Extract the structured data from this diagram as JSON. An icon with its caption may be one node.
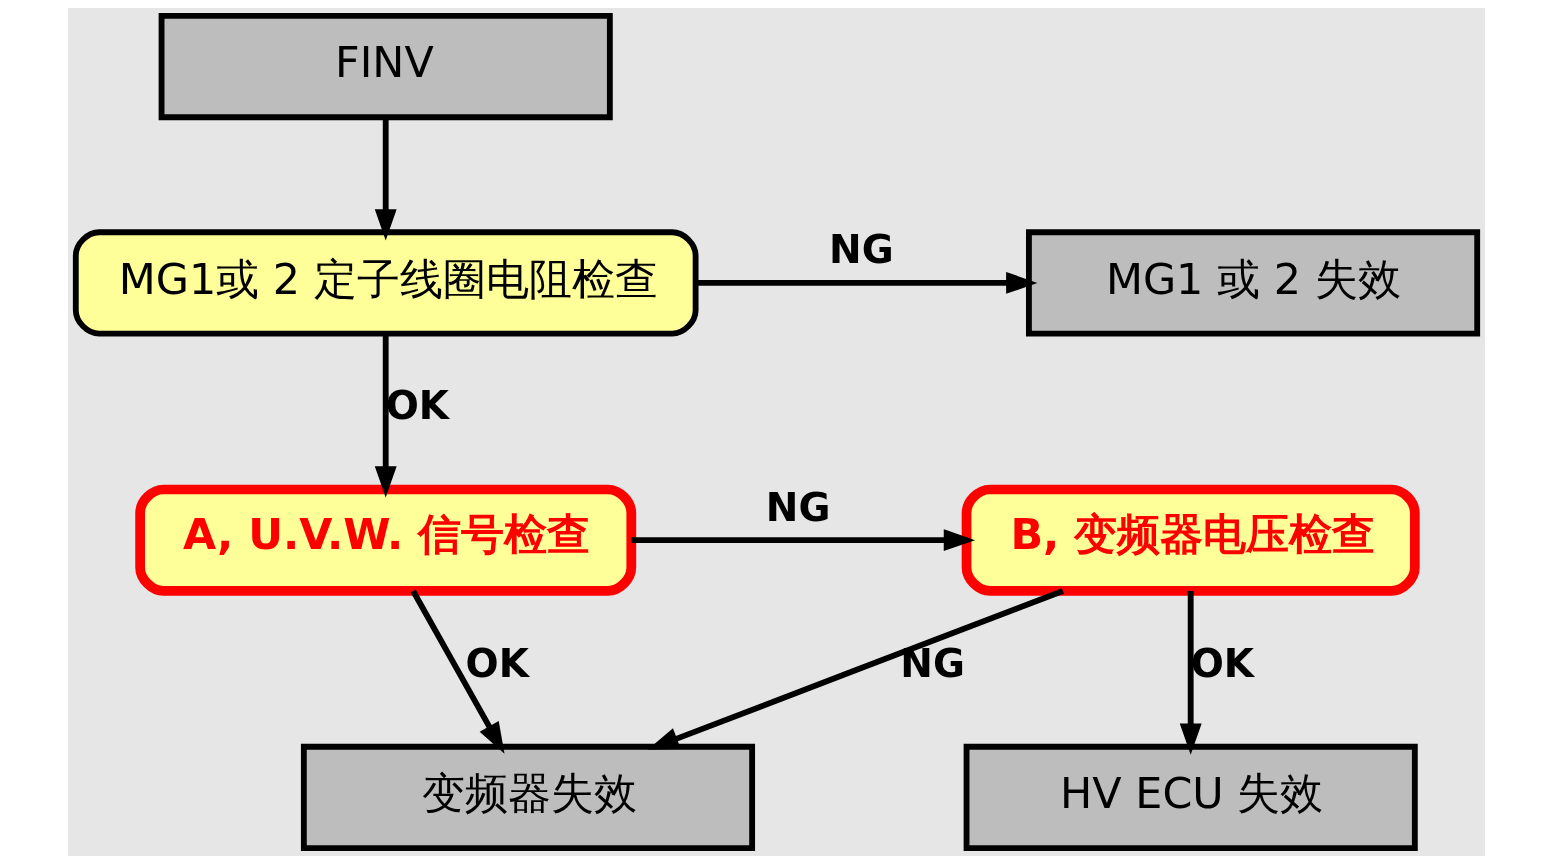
{
  "diagram": {
    "nodes": [
      {
        "text": [
          "FINV"
        ]
      },
      {
        "text": [
          "MG1或 2 定子线圈电阻检查"
        ]
      },
      {
        "text": [
          "MG1 或 2 失效"
        ]
      },
      {
        "text": [
          "A, U.V.W. 信号检查"
        ]
      },
      {
        "text": [
          "B, 变频器电压检查"
        ]
      },
      {
        "text": [
          "变频器失效"
        ]
      },
      {
        "text": [
          "HV ECU 失效"
        ]
      }
    ],
    "edges": [
      {
        "from": 0,
        "to": 1,
        "arrow": "to"
      },
      {
        "from": 1,
        "to": 2,
        "label": "NG",
        "arrow": "to"
      },
      {
        "from": 1,
        "to": 3,
        "label": "OK",
        "arrow": "to"
      },
      {
        "from": 3,
        "to": 4,
        "label": "NG",
        "arrow": "to"
      },
      {
        "from": 3,
        "to": 5,
        "label": "OK",
        "arrow": "to"
      },
      {
        "from": 4,
        "to": 5,
        "label": "NG",
        "arrow": "to"
      },
      {
        "from": 4,
        "to": 6,
        "label": "OK",
        "arrow": "to"
      }
    ]
  }
}
